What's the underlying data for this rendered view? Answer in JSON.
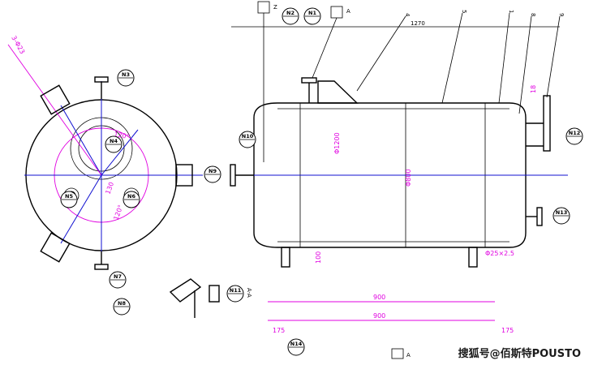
{
  "dims": {
    "overall_length": "1270",
    "diameter": "Φ800",
    "d_head": "Φ1200",
    "support_span": "900",
    "support_span_top": "900",
    "leg_offset_left": "175",
    "leg_offset_right": "175",
    "bottom_span": "900",
    "nozzle_ht": "100",
    "bolt_circle": "3-Φ23",
    "angle_120a": "120°",
    "angle_120b": "120°",
    "flange": "Φ25×2.5",
    "misc_130": "130",
    "misc_18": "18"
  },
  "part_numbers": [
    "4",
    "5",
    "1",
    "8",
    "9"
  ],
  "bubbles": [
    "N1",
    "N2",
    "N3",
    "N4",
    "N5",
    "N6",
    "N7",
    "N8",
    "N9",
    "N10",
    "N11",
    "N12",
    "N13",
    "N14"
  ],
  "section_label": "A-A",
  "tags": {
    "top_a": "A",
    "top_z": "Z",
    "bottom_a": "A"
  },
  "watermark": "搜狐号@佰斯特POUSTO"
}
